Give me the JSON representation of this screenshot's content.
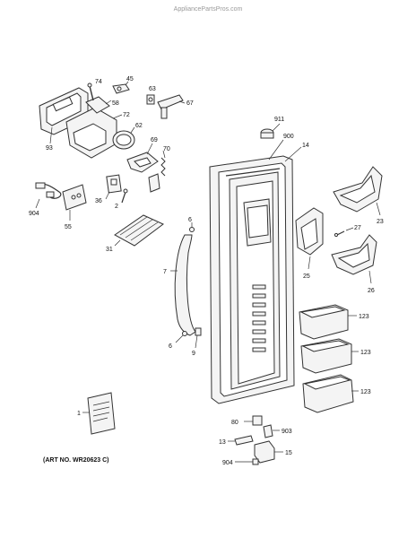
{
  "watermark": "AppliancePartsPros.com",
  "art_number": "(ART NO. WR20623 C)",
  "callouts": {
    "c74": "74",
    "c45": "45",
    "c63": "63",
    "c58": "58",
    "c67": "67",
    "c72": "72",
    "c62": "62",
    "c93": "93",
    "c911": "911",
    "c900": "900",
    "c14": "14",
    "c69": "69",
    "c70": "70",
    "c36": "36",
    "c2": "2",
    "c904a": "904",
    "c55": "55",
    "c6a": "6",
    "c31": "31",
    "c23": "23",
    "c27": "27",
    "c7": "7",
    "c25": "25",
    "c26": "26",
    "c123a": "123",
    "c6b": "6",
    "c9": "9",
    "c123b": "123",
    "c123c": "123",
    "c1": "1",
    "c80": "80",
    "c903": "903",
    "c13": "13",
    "c15": "15",
    "c904b": "904"
  }
}
